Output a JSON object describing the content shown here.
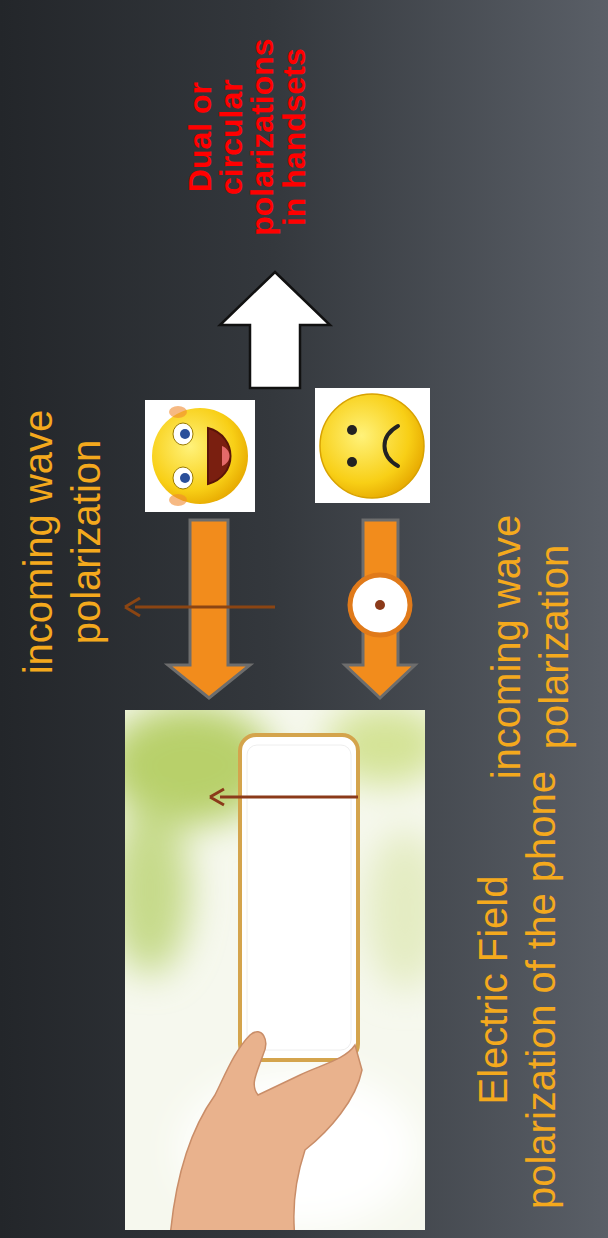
{
  "diagram": {
    "labels": [
      "Dual or circular polarizations in handsets",
      "incoming wave polarization",
      "incoming wave polarization",
      "Electric Field polarization of the phone"
    ]
  }
}
